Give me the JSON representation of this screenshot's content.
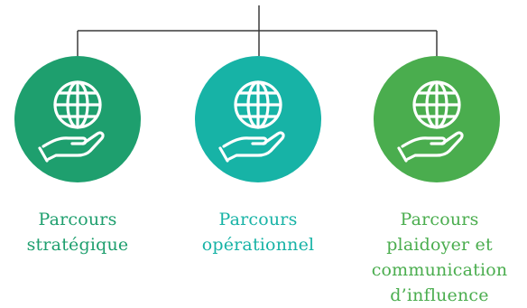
{
  "colors": {
    "line": "#3a3a3a",
    "node_strategique": "#1e9f6e",
    "node_operationnel": "#17b3a6",
    "node_plaidoyer": "#4aad4e",
    "label_strategique": "#1e9f6e",
    "label_operationnel": "#17b3a6",
    "label_plaidoyer": "#4aad4e",
    "icon": "#ffffff"
  },
  "nodes": [
    {
      "icon": "globe-in-hand-icon",
      "label_lines": [
        "Parcours",
        "stratégique"
      ]
    },
    {
      "icon": "globe-in-hand-icon",
      "label_lines": [
        "Parcours",
        "opérationnel"
      ]
    },
    {
      "icon": "globe-in-hand-icon",
      "label_lines": [
        "Parcours",
        "plaidoyer et",
        "communication",
        "d’influence"
      ]
    }
  ]
}
